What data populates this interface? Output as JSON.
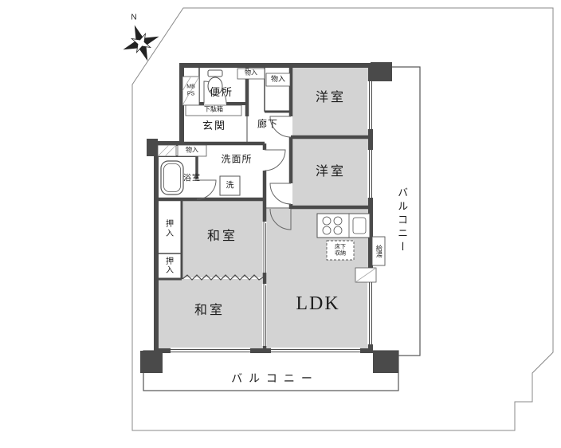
{
  "compass": {
    "north_label": "N"
  },
  "rooms": {
    "western_top": {
      "label": "洋室"
    },
    "western_mid": {
      "label": "洋室"
    },
    "japanese_top": {
      "label": "和室"
    },
    "japanese_bottom": {
      "label": "和室"
    },
    "ldk": {
      "label": "LDK"
    },
    "entrance": {
      "label": "玄関"
    },
    "toilet": {
      "label": "便所"
    },
    "washroom": {
      "label": "洗面所"
    },
    "bathroom": {
      "label": "浴室"
    },
    "hallway": {
      "label": "廊下"
    }
  },
  "storage": {
    "closet_upper": {
      "label": "押入"
    },
    "closet_lower": {
      "label": "押入"
    },
    "storage_top": {
      "label": "物入"
    },
    "storage_hall": {
      "label": "物入"
    },
    "storage_wash": {
      "label": "物入"
    },
    "shoe_cabinet": {
      "label": "下駄箱"
    },
    "underfloor_storage": {
      "label": "床下収納"
    },
    "meter_box": {
      "label": "MB\nPS"
    }
  },
  "fixtures": {
    "washer": {
      "label": "洗"
    },
    "water_heater": {
      "label": "給湯"
    }
  },
  "balconies": {
    "right": {
      "label": "バルコニー"
    },
    "bottom": {
      "label": "バルコニー"
    }
  },
  "colors": {
    "room_fill": "#d3d3d3",
    "wall": "#4a4a4a",
    "line": "#555555",
    "boundary": "#888888"
  }
}
